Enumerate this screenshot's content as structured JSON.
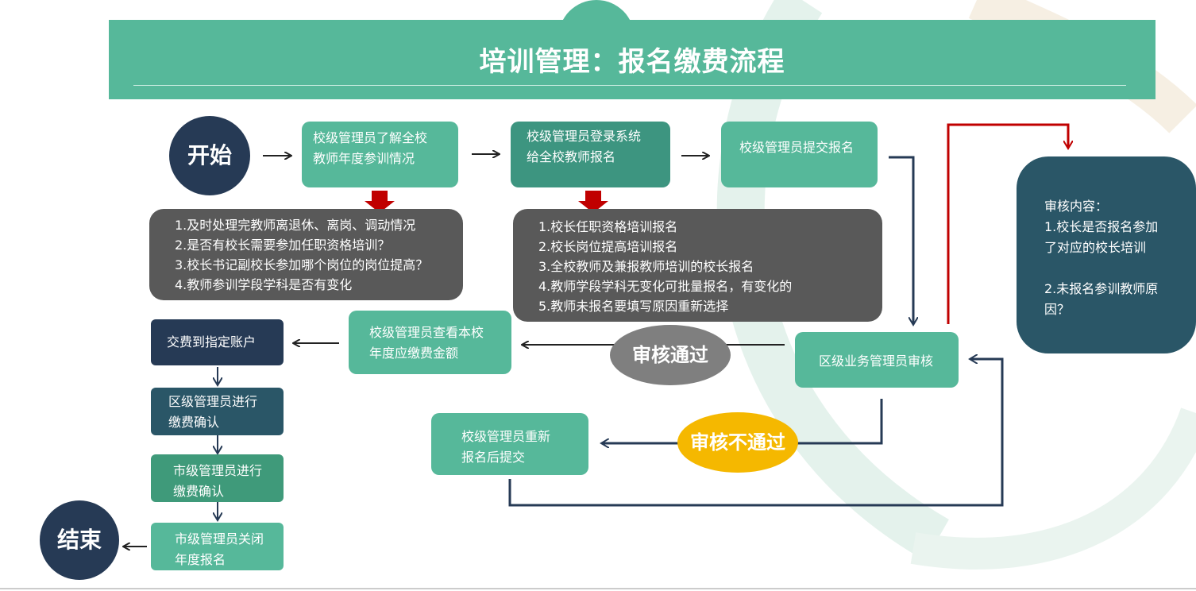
{
  "title": "培训管理：报名缴费流程",
  "start": "开始",
  "end": "结束",
  "steps": {
    "understand": [
      "校级管理员了解全校",
      "教师年度参训情况"
    ],
    "login": [
      "校级管理员登录系统",
      "给全校教师报名"
    ],
    "submit": "校级管理员提交报名",
    "district_review": "区级业务管理员审核",
    "view_fee": [
      "校级管理员查看本校",
      "年度应缴费金额"
    ],
    "pay": "交费到指定账户",
    "district_confirm": [
      "区级管理员进行",
      "缴费确认"
    ],
    "city_confirm": [
      "市级管理员进行",
      "缴费确认"
    ],
    "city_close": [
      "市级管理员关闭",
      "年度报名"
    ],
    "resubmit": [
      "校级管理员重新",
      "报名后提交"
    ]
  },
  "notes": {
    "understand": [
      "1.及时处理完教师离退休、离岗、调动情况",
      "2.是否有校长需要参加任职资格培训？",
      "3.校长书记副校长参加哪个岗位的岗位提高？",
      "4.教师参训学段学科是否有变化"
    ],
    "login": [
      "1.校长任职资格培训报名",
      "2.校长岗位提高培训报名",
      "3.全校教师及兼报教师培训的校长报名",
      "4.教师学段学科无变化可批量报名，有变化的",
      "5.教师未报名要填写原因重新选择"
    ],
    "review_content": [
      "审核内容：",
      "1.校长是否报名参加",
      "了对应的校长培训",
      "",
      "2.未报名参训教师原",
      "因？"
    ]
  },
  "decisions": {
    "pass": "审核通过",
    "fail": "审核不通过"
  },
  "colors": {
    "teal": "#56b89a",
    "navy": "#263a55",
    "grey": "#595959",
    "red": "#c00000",
    "yellow": "#f5b800"
  }
}
